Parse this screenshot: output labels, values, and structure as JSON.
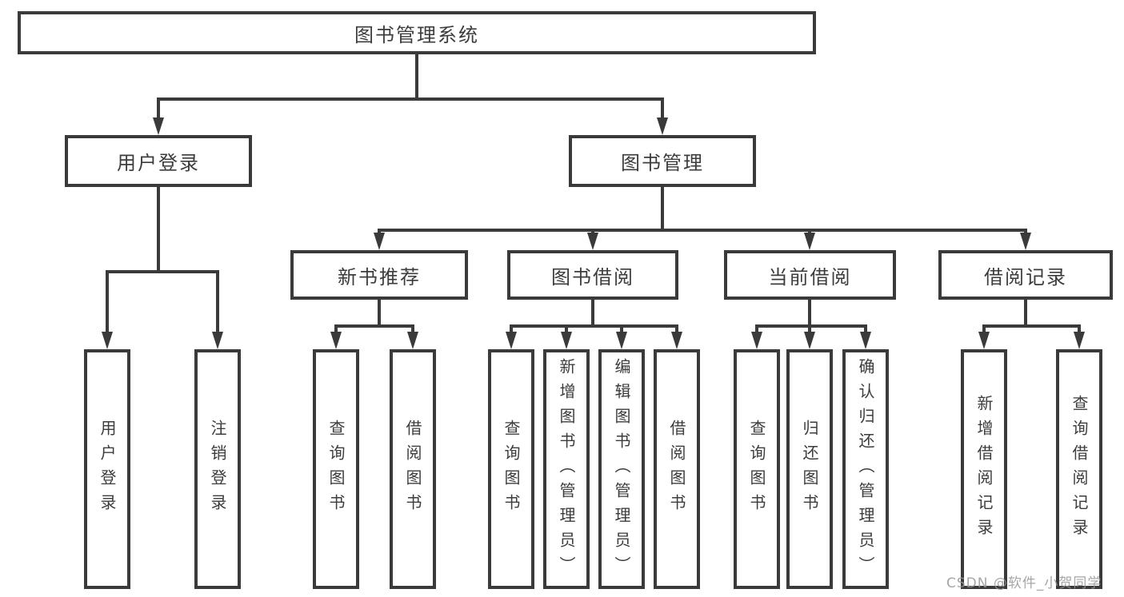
{
  "diagram": {
    "root": "图书管理系统",
    "level2": {
      "user_login": "用户登录",
      "book_management": "图书管理"
    },
    "level3": {
      "new_book_recommend": "新书推荐",
      "book_borrow": "图书借阅",
      "current_borrow": "当前借阅",
      "borrow_records": "借阅记录"
    },
    "leaves": {
      "user_login_children": [
        "用户登录",
        "注销登录"
      ],
      "new_book_recommend_children": [
        "查询图书",
        "借阅图书"
      ],
      "book_borrow_children": [
        "查询图书",
        "新增图书（管理员）",
        "编辑图书（管理员）",
        "借阅图书"
      ],
      "current_borrow_children": [
        "查询图书",
        "归还图书",
        "确认归还（管理员）"
      ],
      "borrow_records_children": [
        "新增借阅记录",
        "查询借阅记录"
      ]
    }
  },
  "watermark": "CSDN @软件_小贺同学",
  "colors": {
    "line": "#3a3a3a",
    "box_border": "#3a3a3a",
    "text": "#3c3c3c",
    "background": "#ffffff",
    "watermark": "#969696"
  }
}
